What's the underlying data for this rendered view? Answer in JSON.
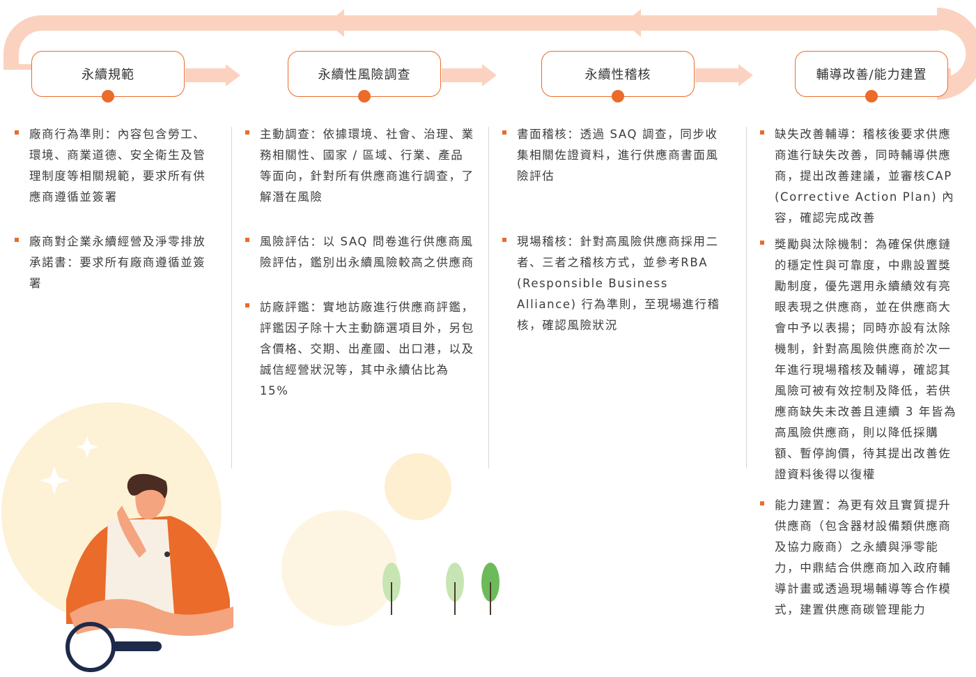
{
  "stages": [
    {
      "title": "永續規範",
      "items": [
        "廠商行為準則：內容包含勞工、環境、商業道德、安全衛生及管理制度等相關規範，要求所有供應商遵循並簽署",
        "廠商對企業永續經營及淨零排放承諾書：要求所有廠商遵循並簽署"
      ]
    },
    {
      "title": "永續性風險調查",
      "items": [
        "主動調查：依據環境、社會、治理、業務相關性、國家 / 區域、行業、產品等面向，針對所有供應商進行調查，了解潛在風險",
        "風險評估：以 SAQ 問卷進行供應商風險評估，鑑別出永續風險較高之供應商",
        "訪廠評鑑：實地訪廠進行供應商評鑑，評鑑因子除十大主動篩選項目外，另包含價格、交期、出產國、出口港，以及誠信經營狀況等，其中永續佔比為 15%"
      ]
    },
    {
      "title": "永續性稽核",
      "items": [
        "書面稽核：透過 SAQ 調查，同步收集相關佐證資料，進行供應商書面風險評估",
        "現場稽核：針對高風險供應商採用二者、三者之稽核方式，並參考RBA (Responsible Business Alliance) 行為準則，至現場進行稽核，確認風險狀況"
      ]
    },
    {
      "title": "輔導改善/能力建置",
      "items": [
        "缺失改善輔導：稽核後要求供應商進行缺失改善，同時輔導供應商，提出改善建議，並審核CAP (Corrective Action Plan) 內容，確認完成改善",
        "獎勵與汰除機制：為確保供應鏈的穩定性與可靠度，中鼎設置獎勵制度，優先選用永續績效有亮眼表現之供應商，並在供應商大會中予以表揚；同時亦設有汰除機制，針對高風險供應商於次一年進行現場稽核及輔導，確認其風險可被有效控制及降低，若供應商缺失未改善且連續 3 年皆為高風險供應商，則以降低採購額、暫停詢價，待其提出改善佐證資料後得以復權",
        "能力建置：為更有效且實質提升供應商（包含器材設備類供應商及協力廠商）之永續與淨零能力，中鼎結合供應商加入政府輔導計畫或透過現場輔導等合作模式，建置供應商碳管理能力"
      ]
    }
  ],
  "colors": {
    "accent": "#ea6b2a",
    "loop": "#fbd2c0",
    "circle": "#fdf1d6",
    "tree_light": "#b7dca2",
    "tree_dark": "#6cba5a"
  }
}
